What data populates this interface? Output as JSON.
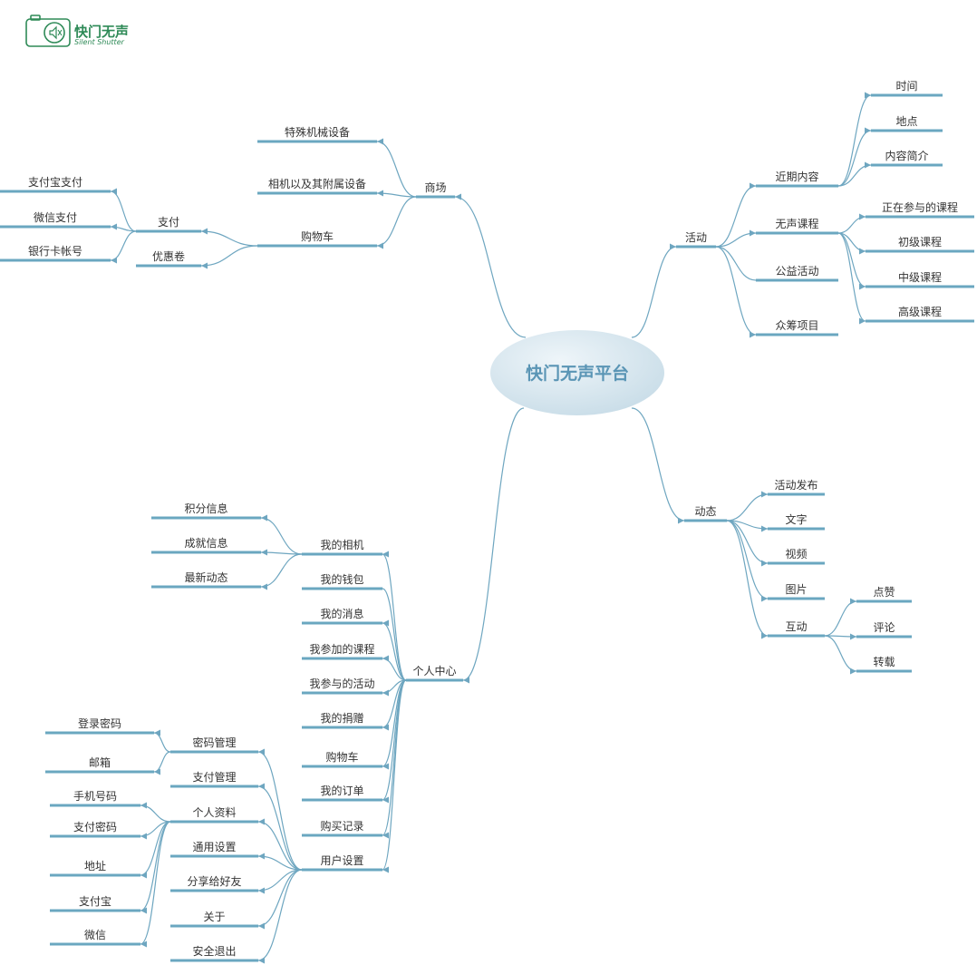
{
  "logo": {
    "name": "快门无声",
    "subtitle": "Silent Shutter"
  },
  "colors": {
    "line": "#6ea6c0",
    "bar": "#6aa7c0",
    "text": "#333333",
    "center_fill": "#d9e8f0",
    "center_text": "#5a95b5",
    "logo": "#2e8a57"
  },
  "center": {
    "label": "快门无声平台"
  },
  "branches": {
    "mall": {
      "label": "商场",
      "items": [
        "特殊机械设备",
        "相机以及其附属设备",
        "购物车"
      ],
      "cart": {
        "items": [
          "支付",
          "优惠卷"
        ],
        "pay_methods": [
          "支付宝支付",
          "微信支付",
          "银行卡帐号"
        ]
      }
    },
    "activity": {
      "label": "活动",
      "items": [
        "近期内容",
        "无声课程",
        "公益活动",
        "众筹项目"
      ],
      "recent": [
        "时间",
        "地点",
        "内容简介"
      ],
      "courses": [
        "正在参与的课程",
        "初级课程",
        "中级课程",
        "高级课程"
      ]
    },
    "feed": {
      "label": "动态",
      "items": [
        "活动发布",
        "文字",
        "视频",
        "图片",
        "互动"
      ],
      "interact": [
        "点赞",
        "评论",
        "转载"
      ]
    },
    "personal": {
      "label": "个人中心",
      "items": [
        "我的相机",
        "我的钱包",
        "我的消息",
        "我参加的课程",
        "我参与的活动",
        "我的捐赠",
        "购物车",
        "我的订单",
        "购买记录",
        "用户设置"
      ],
      "camera": [
        "积分信息",
        "成就信息",
        "最新动态"
      ],
      "settings": [
        "密码管理",
        "支付管理",
        "个人资料",
        "通用设置",
        "分享给好友",
        "关于",
        "安全退出"
      ],
      "password": [
        "登录密码",
        "邮箱"
      ],
      "profile": [
        "手机号码",
        "支付密码",
        "地址",
        "支付宝",
        "微信"
      ]
    }
  }
}
